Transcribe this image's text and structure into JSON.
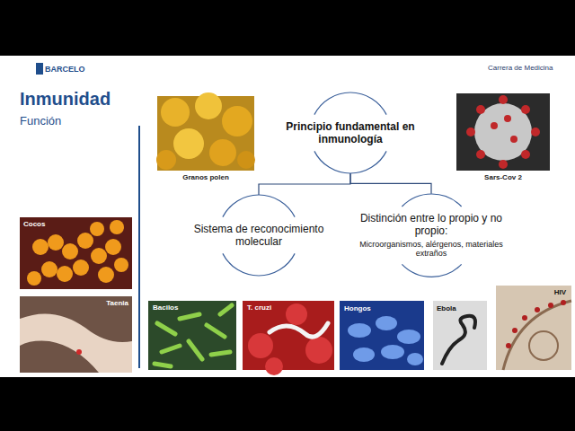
{
  "diagram": {
    "title": "Inmunidad",
    "nodes": [
      {
        "text": [
          "Principio fundamental en inmunología"
        ]
      },
      {
        "text": [
          "Sistema de reconocimiento molecular"
        ]
      },
      {
        "text": [
          "Distinción entre lo propio y no propio:",
          "Microorganismos, alérgenos, materiales extraños"
        ]
      }
    ],
    "edges": [
      {
        "from": 0,
        "to": 1,
        "arrow": "none"
      },
      {
        "from": 0,
        "to": 2,
        "arrow": "none"
      }
    ],
    "labels": [
      "BARCELO",
      "Carrera de Medicina",
      "Función",
      "Granos polen",
      "Sars-Cov 2",
      "Cocos",
      "Taenia",
      "Bacilos",
      "T. cruzi",
      "Hongos",
      "Ebola",
      "HIV"
    ]
  }
}
